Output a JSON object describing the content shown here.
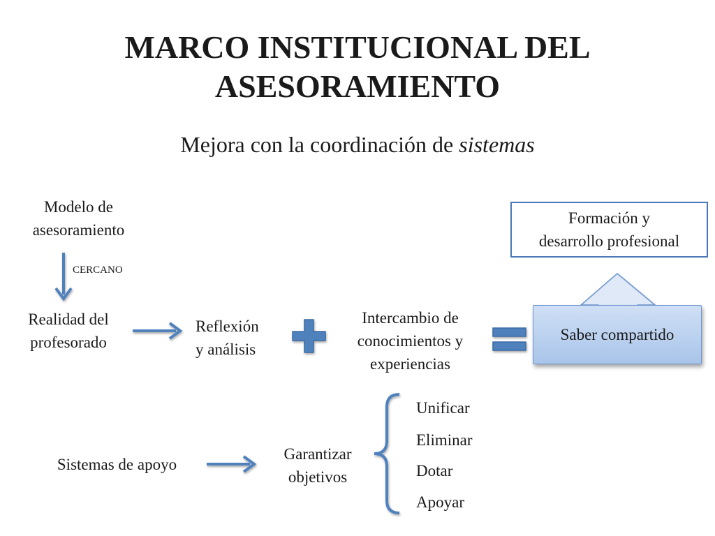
{
  "title": {
    "line1": "MARCO INSTITUCIONAL DEL",
    "line2": "ASESORAMIENTO"
  },
  "subtitle": {
    "prefix": "Mejora con la coordinación de ",
    "emphasis": "sistemas"
  },
  "nodes": {
    "modelo": {
      "line1": "Modelo de",
      "line2": "asesoramiento"
    },
    "cercano": "CERCANO",
    "realidad": {
      "line1": "Realidad del",
      "line2": "profesorado"
    },
    "reflexion": {
      "line1": "Reflexión",
      "line2": "y análisis"
    },
    "intercambio": {
      "line1": "Intercambio de",
      "line2": "conocimientos y",
      "line3": "experiencias"
    },
    "saber": "Saber compartido",
    "formacion": {
      "line1": "Formación y",
      "line2": "desarrollo profesional"
    },
    "sistemas": "Sistemas de apoyo",
    "garantizar": {
      "line1": "Garantizar",
      "line2": "objetivos"
    }
  },
  "objectives": [
    "Unificar",
    "Eliminar",
    "Dotar",
    "Apoyar"
  ],
  "colors": {
    "accent": "#4f81bd",
    "box_border": "#4a79b5",
    "shaded_fill": "#b8d0f0"
  },
  "icons": [
    "arrow-down-icon",
    "arrow-right-icon",
    "plus-icon",
    "equals-icon",
    "up-arrow-shape-icon",
    "left-brace-icon"
  ]
}
